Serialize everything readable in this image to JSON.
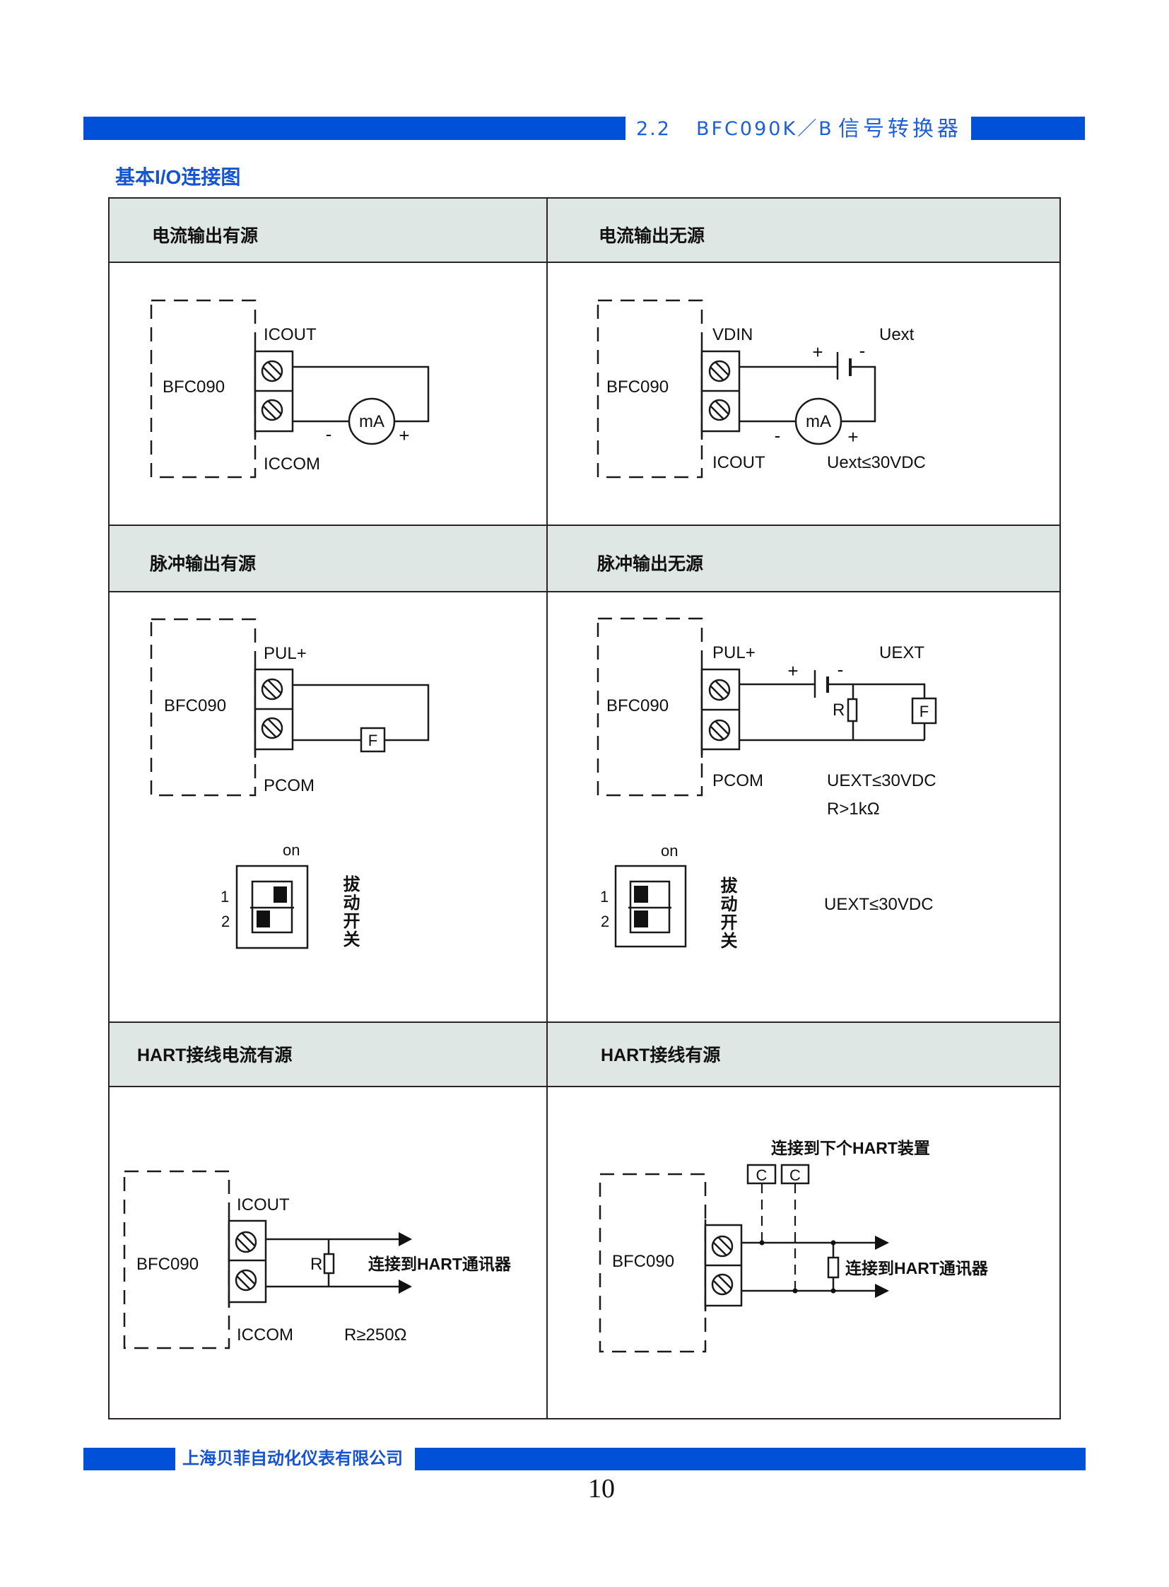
{
  "header": {
    "section_number": "2.2",
    "model": "BFC090K／B",
    "title": "信号转换器"
  },
  "section_title": "基本I/O连接图",
  "colors": {
    "brand_blue": "#0050d8",
    "table_header_fill": "#dfe7e5",
    "line": "#1a1a1a"
  },
  "panels": [
    {
      "title": "电流输出有源",
      "device": "BFC090",
      "terminal_top": "ICOUT",
      "terminal_bottom": "ICCOM",
      "meter": {
        "label": "mA",
        "minus": "-",
        "plus": "+"
      }
    },
    {
      "title": "电流输出无源",
      "device": "BFC090",
      "terminal_top": "VDIN",
      "terminal_bottom": "ICOUT",
      "supply": {
        "label": "Uext",
        "plus": "+",
        "minus": "-"
      },
      "meter": {
        "label": "mA",
        "minus": "-",
        "plus": "+"
      },
      "note": "Uext≤30VDC"
    },
    {
      "title": "脉冲输出有源",
      "device": "BFC090",
      "terminal_top": "PUL+",
      "terminal_bottom": "PCOM",
      "load": "F",
      "dip_switch": {
        "on_label": "on",
        "label": "拔动开关",
        "switches": [
          {
            "number": "1",
            "state": "on"
          },
          {
            "number": "2",
            "state": "off"
          }
        ]
      }
    },
    {
      "title": "脉冲输出无源",
      "device": "BFC090",
      "terminal_top": "PUL+",
      "terminal_bottom": "PCOM",
      "supply": {
        "label": "UEXT",
        "plus": "+",
        "minus": "-"
      },
      "resistor": "R",
      "load": "F",
      "notes": [
        "UEXT≤30VDC",
        "R>1kΩ"
      ],
      "dip_switch": {
        "on_label": "on",
        "label": "拔动开关",
        "switches": [
          {
            "number": "1",
            "state": "off"
          },
          {
            "number": "2",
            "state": "off"
          }
        ],
        "note": "UEXT≤30VDC"
      }
    },
    {
      "title": "HART接线电流有源",
      "device": "BFC090",
      "terminal_top": "ICOUT",
      "terminal_bottom": "ICCOM",
      "resistor": "R",
      "output_label": "连接到HART通讯器",
      "note": "R≥250Ω"
    },
    {
      "title": "HART接线有源",
      "device": "BFC090",
      "next_device_label": "连接到下个HART装置",
      "capacitors": [
        "C",
        "C"
      ],
      "output_label": "连接到HART通讯器"
    }
  ],
  "footer": {
    "company": "上海贝菲自动化仪表有限公司",
    "page_number": "10"
  }
}
